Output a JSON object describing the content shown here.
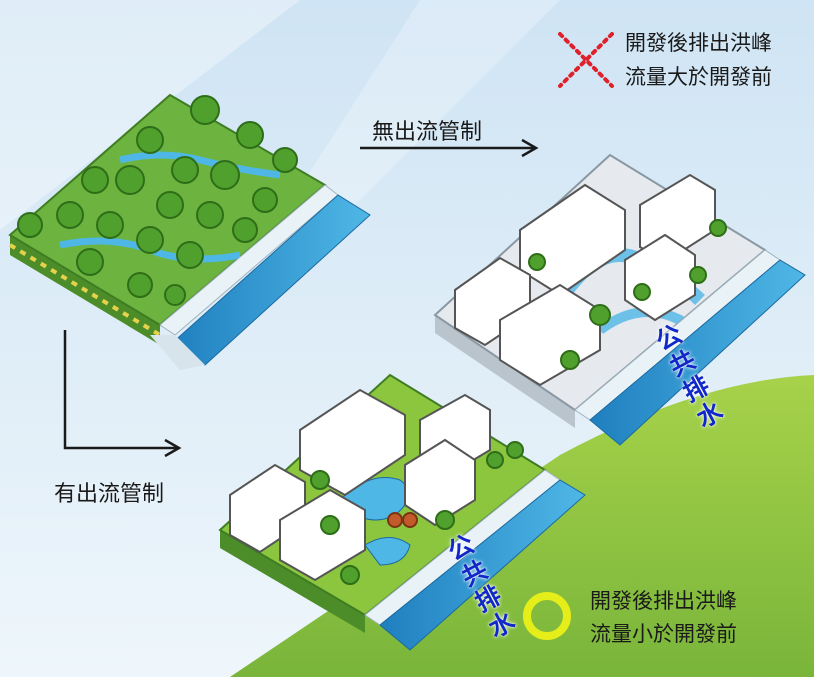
{
  "legend_bad": {
    "line1": "開發後排出洪峰",
    "line2": "流量大於開發前",
    "marker": "red-dotted-x",
    "color": "#e0202a"
  },
  "legend_good": {
    "line1": "開發後排出洪峰",
    "line2": "流量小於開發前",
    "marker": "yellow-ring",
    "color": "#e6ee1a"
  },
  "flows": {
    "no_control": "無出流管制",
    "with_control": "有出流管制"
  },
  "drain_label": "公共排水",
  "colors": {
    "sky": "#dfeef8",
    "grass": "#8cc63f",
    "forest": "#6db33f",
    "water": "#3aa7d8",
    "drain_text": "#1028c8"
  }
}
